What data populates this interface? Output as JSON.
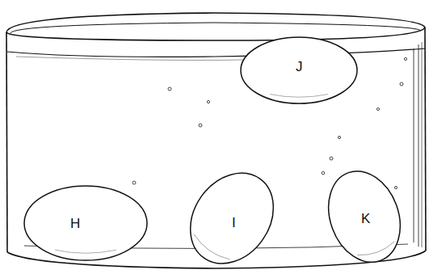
{
  "diagram": {
    "nodes": [
      {
        "text": [
          "J"
        ]
      },
      {
        "text": [
          "H"
        ]
      },
      {
        "text": [
          "I"
        ]
      },
      {
        "text": [
          "K"
        ]
      }
    ]
  }
}
